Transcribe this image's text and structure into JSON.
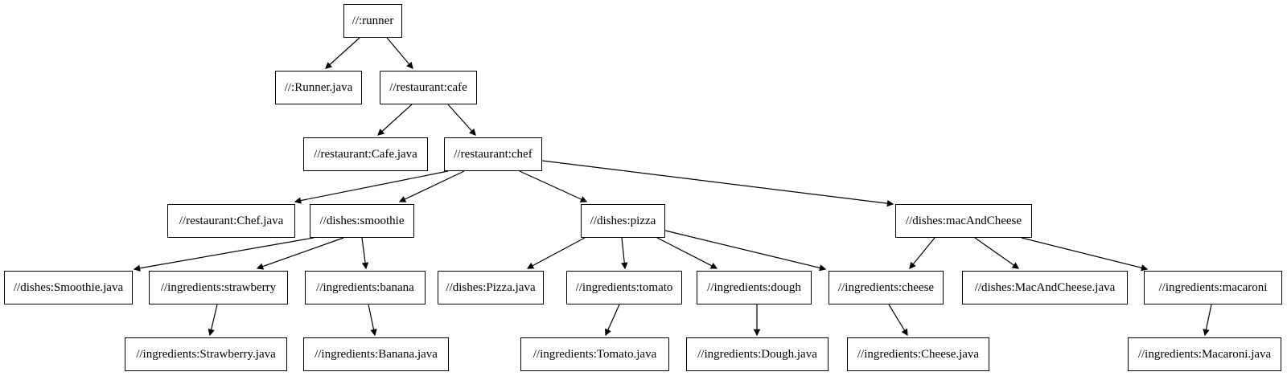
{
  "diagram": {
    "kind": "dependency-graph",
    "colors": {
      "background": "#ffffff",
      "node_fill": "#ffffff",
      "node_border": "#000000",
      "edge": "#000000",
      "text": "#000000"
    }
  },
  "nodes": [
    {
      "id": "runner",
      "label": "//:runner"
    },
    {
      "id": "runner_java",
      "label": "//:Runner.java"
    },
    {
      "id": "cafe",
      "label": "//restaurant:cafe"
    },
    {
      "id": "cafe_java",
      "label": "//restaurant:Cafe.java"
    },
    {
      "id": "chef",
      "label": "//restaurant:chef"
    },
    {
      "id": "chef_java",
      "label": "//restaurant:Chef.java"
    },
    {
      "id": "smoothie",
      "label": "//dishes:smoothie"
    },
    {
      "id": "pizza",
      "label": "//dishes:pizza"
    },
    {
      "id": "macAndCheese",
      "label": "//dishes:macAndCheese"
    },
    {
      "id": "smoothie_java",
      "label": "//dishes:Smoothie.java"
    },
    {
      "id": "strawberry",
      "label": "//ingredients:strawberry"
    },
    {
      "id": "banana",
      "label": "//ingredients:banana"
    },
    {
      "id": "pizza_java",
      "label": "//dishes:Pizza.java"
    },
    {
      "id": "tomato",
      "label": "//ingredients:tomato"
    },
    {
      "id": "dough",
      "label": "//ingredients:dough"
    },
    {
      "id": "cheese",
      "label": "//ingredients:cheese"
    },
    {
      "id": "macAndCheese_java",
      "label": "//dishes:MacAndCheese.java"
    },
    {
      "id": "macaroni",
      "label": "//ingredients:macaroni"
    },
    {
      "id": "strawberry_java",
      "label": "//ingredients:Strawberry.java"
    },
    {
      "id": "banana_java",
      "label": "//ingredients:Banana.java"
    },
    {
      "id": "tomato_java",
      "label": "//ingredients:Tomato.java"
    },
    {
      "id": "dough_java",
      "label": "//ingredients:Dough.java"
    },
    {
      "id": "cheese_java",
      "label": "//ingredients:Cheese.java"
    },
    {
      "id": "macaroni_java",
      "label": "//ingredients:Macaroni.java"
    }
  ],
  "edges": [
    {
      "from": "runner",
      "to": "runner_java"
    },
    {
      "from": "runner",
      "to": "cafe"
    },
    {
      "from": "cafe",
      "to": "cafe_java"
    },
    {
      "from": "cafe",
      "to": "chef"
    },
    {
      "from": "chef",
      "to": "chef_java"
    },
    {
      "from": "chef",
      "to": "smoothie"
    },
    {
      "from": "chef",
      "to": "pizza"
    },
    {
      "from": "chef",
      "to": "macAndCheese"
    },
    {
      "from": "smoothie",
      "to": "smoothie_java"
    },
    {
      "from": "smoothie",
      "to": "strawberry"
    },
    {
      "from": "smoothie",
      "to": "banana"
    },
    {
      "from": "pizza",
      "to": "pizza_java"
    },
    {
      "from": "pizza",
      "to": "tomato"
    },
    {
      "from": "pizza",
      "to": "dough"
    },
    {
      "from": "pizza",
      "to": "cheese"
    },
    {
      "from": "macAndCheese",
      "to": "cheese"
    },
    {
      "from": "macAndCheese",
      "to": "macAndCheese_java"
    },
    {
      "from": "macAndCheese",
      "to": "macaroni"
    },
    {
      "from": "strawberry",
      "to": "strawberry_java"
    },
    {
      "from": "banana",
      "to": "banana_java"
    },
    {
      "from": "tomato",
      "to": "tomato_java"
    },
    {
      "from": "dough",
      "to": "dough_java"
    },
    {
      "from": "cheese",
      "to": "cheese_java"
    },
    {
      "from": "macaroni",
      "to": "macaroni_java"
    }
  ]
}
